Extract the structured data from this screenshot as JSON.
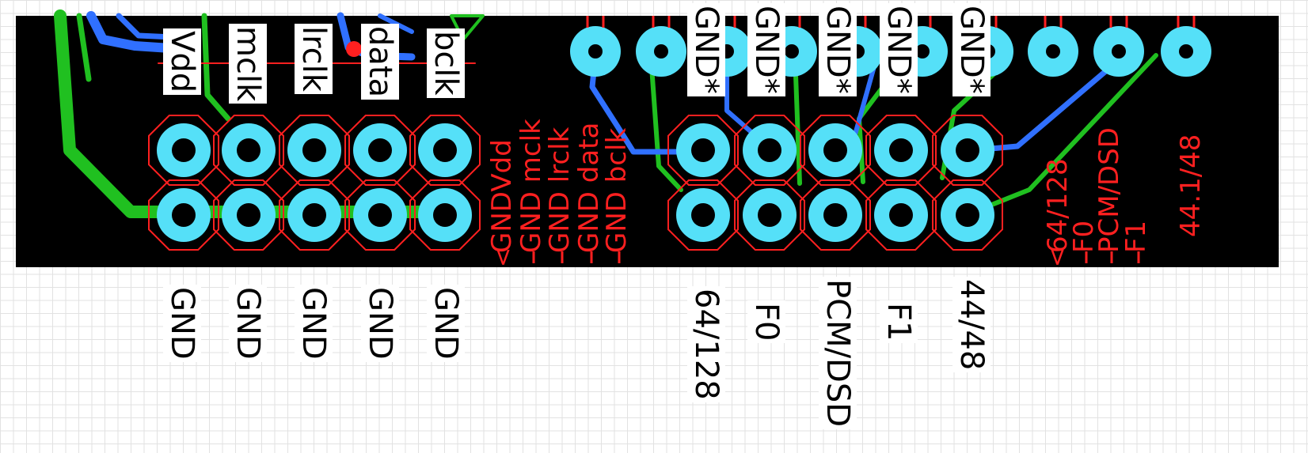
{
  "colors": {
    "board": "#000000",
    "pad": "#55e0f8",
    "hole": "#000000",
    "silkscreen": "#ff2020",
    "bottom_trace": "#3070ff",
    "top_trace": "#20c020",
    "label_bg": "#ffffff"
  },
  "top_labels_left": [
    "Vdd",
    "mclk",
    "lrclk",
    "data",
    "bclk"
  ],
  "top_labels_right": [
    "GND*",
    "GND*",
    "GND*",
    "GND*",
    "GND*"
  ],
  "bottom_labels_left": [
    "GND",
    "GND",
    "GND",
    "GND",
    "GND"
  ],
  "bottom_labels_right": [
    "64/128",
    "F0",
    "PCM/DSD",
    "F1",
    "44/48"
  ],
  "silk_left": [
    "GNDVdd",
    "GND mclk",
    "GND lrclk",
    "GND data",
    "GND bclk"
  ],
  "silk_right": [
    "64/128",
    "F0",
    "PCM/DSD",
    "F1",
    "44.1/48"
  ]
}
